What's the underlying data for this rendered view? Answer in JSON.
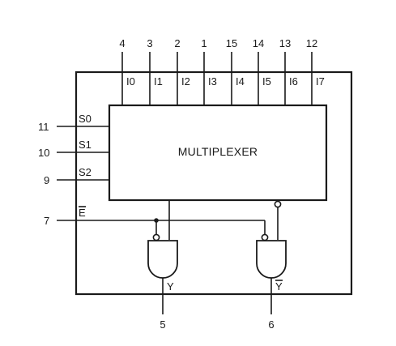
{
  "chip": {
    "mux_label": "MULTIPLEXER"
  },
  "top_pins": [
    {
      "pin": "4",
      "label": "I0"
    },
    {
      "pin": "3",
      "label": "I1"
    },
    {
      "pin": "2",
      "label": "I2"
    },
    {
      "pin": "1",
      "label": "I3"
    },
    {
      "pin": "15",
      "label": "I4"
    },
    {
      "pin": "14",
      "label": "I5"
    },
    {
      "pin": "13",
      "label": "I6"
    },
    {
      "pin": "12",
      "label": "I7"
    }
  ],
  "select_pins": [
    {
      "pin": "11",
      "label": "S0"
    },
    {
      "pin": "10",
      "label": "S1"
    },
    {
      "pin": "9",
      "label": "S2"
    }
  ],
  "enable_pin": {
    "pin": "7",
    "label": "E"
  },
  "outputs": [
    {
      "pin": "5",
      "label": "Y"
    },
    {
      "pin": "6",
      "label": "Y"
    }
  ]
}
